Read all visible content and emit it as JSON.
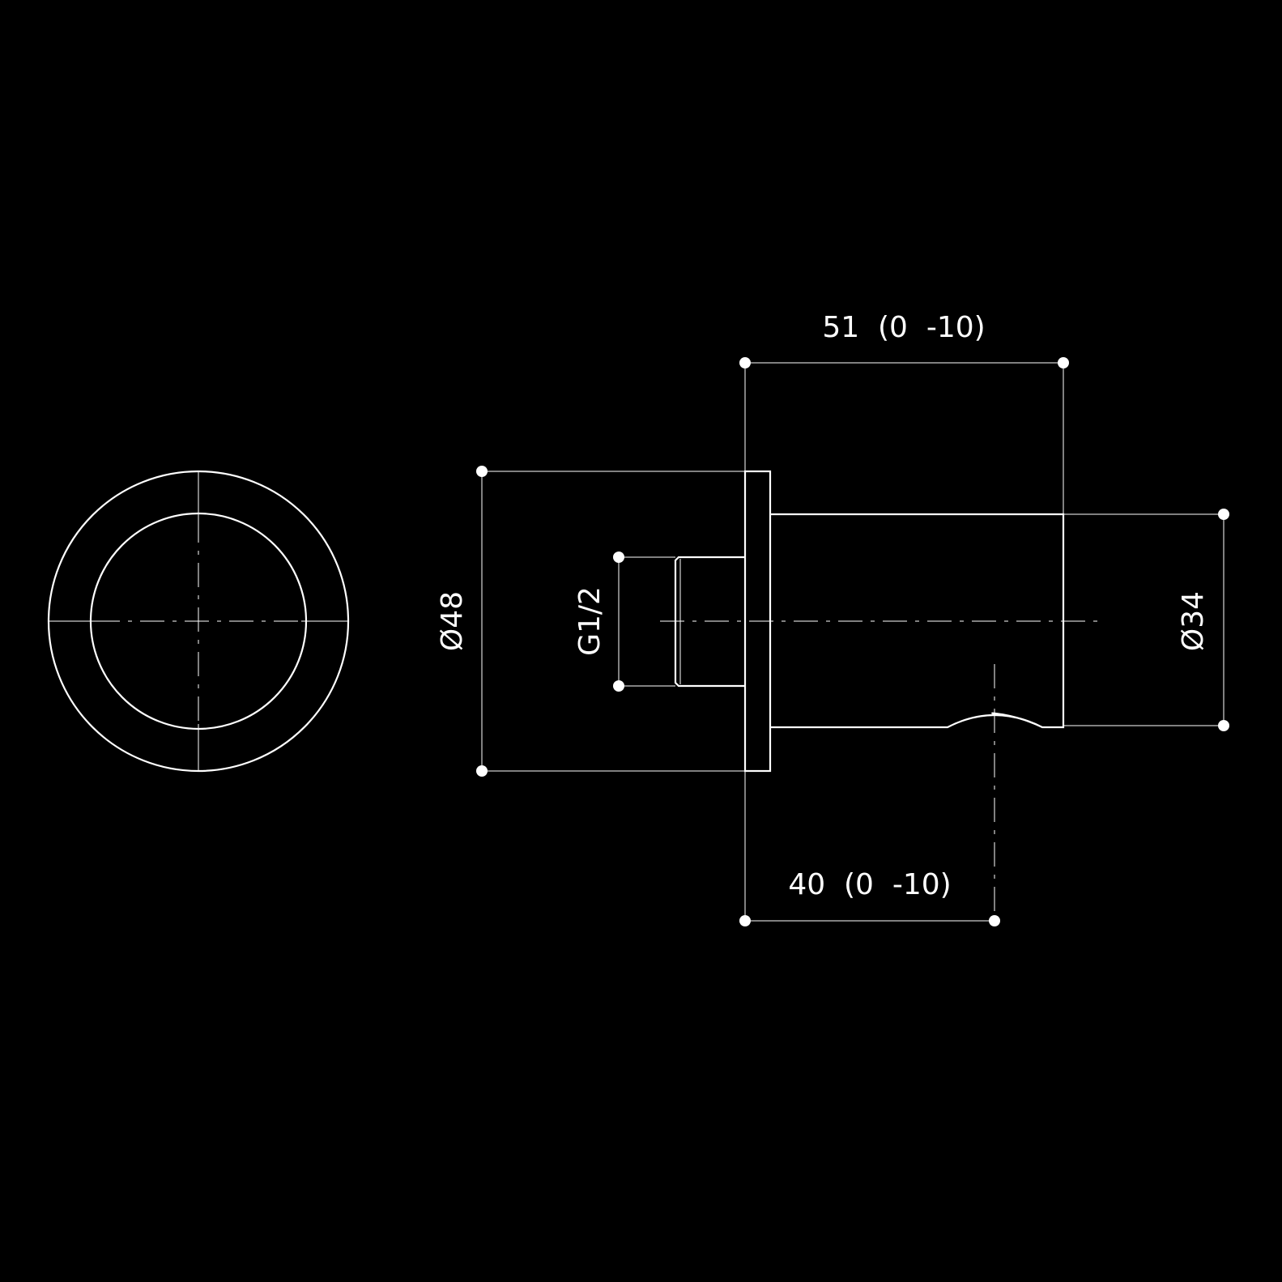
{
  "colors": {
    "background": "#000000",
    "line": "#ffffff"
  },
  "dimensions": {
    "overall_length": "51  (0  -10)",
    "diameter_flange": "Ø48",
    "thread": "G1/2",
    "diameter_body": "Ø34",
    "handle_position": "40  (0  -10)"
  }
}
